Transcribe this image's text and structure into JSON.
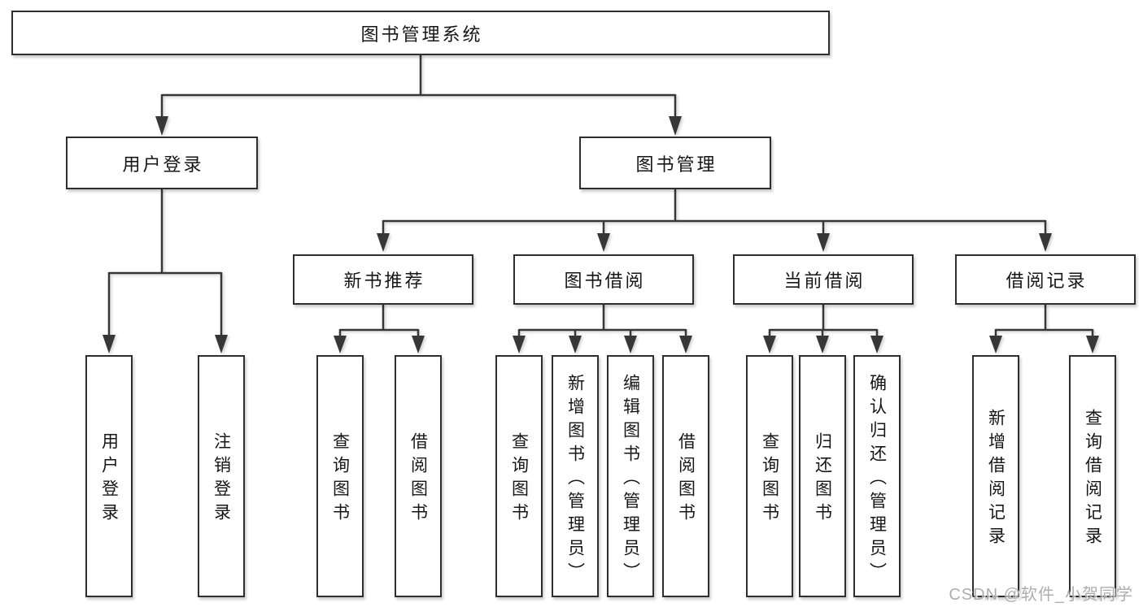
{
  "colors": {
    "line": "#373737",
    "box_border": "#2e2e2e",
    "box_fill": "#ffffff",
    "text": "#161616",
    "watermark": "#aeaeae",
    "background": "#ffffff"
  },
  "tree": {
    "root": "图书管理系统",
    "branches": [
      {
        "label": "用户登录",
        "children": [
          {
            "label": "用户登录"
          },
          {
            "label": "注销登录"
          }
        ]
      },
      {
        "label": "图书管理",
        "children": [
          {
            "label": "新书推荐",
            "children": [
              {
                "label": "查询图书"
              },
              {
                "label": "借阅图书"
              }
            ]
          },
          {
            "label": "图书借阅",
            "children": [
              {
                "label": "查询图书"
              },
              {
                "label": "新增图书（管理员）"
              },
              {
                "label": "编辑图书（管理员）"
              },
              {
                "label": "借阅图书"
              }
            ]
          },
          {
            "label": "当前借阅",
            "children": [
              {
                "label": "查询图书"
              },
              {
                "label": "归还图书"
              },
              {
                "label": "确认归还（管理员）"
              }
            ]
          },
          {
            "label": "借阅记录",
            "children": [
              {
                "label": "新增借阅记录"
              },
              {
                "label": "查询借阅记录"
              }
            ]
          }
        ]
      }
    ]
  },
  "watermark": "CSDN @软件_小贺同学"
}
